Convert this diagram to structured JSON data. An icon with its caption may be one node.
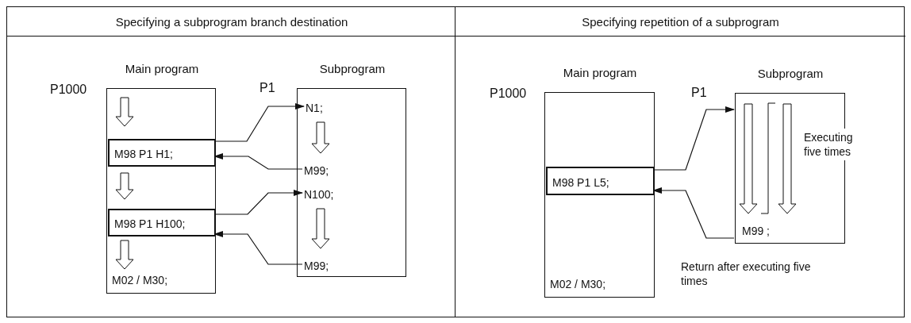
{
  "diagram": {
    "nodes": [
      {
        "text": [
          "Specifying a subprogram branch destination"
        ]
      },
      {
        "text": [
          "Main program",
          "M02 / M30;"
        ],
        "beside": [
          "P1000"
        ],
        "in": 0
      },
      {
        "text": [
          "M98  P1  H1;"
        ],
        "in": 1
      },
      {
        "text": [
          "M98  P1  H100;"
        ],
        "in": 1
      },
      {
        "text": [
          "Subprogram"
        ],
        "beside": [
          "P1"
        ],
        "in": 0
      },
      {
        "text": [
          "N1;"
        ],
        "in": 4
      },
      {
        "text": [
          "M99;"
        ],
        "in": 4
      },
      {
        "text": [
          "N100;"
        ],
        "in": 4
      },
      {
        "text": [
          "M99;"
        ],
        "in": 4
      },
      {
        "text": [
          "Specifying repetition of a subprogram"
        ]
      },
      {
        "text": [
          "Main program",
          "M02 / M30;"
        ],
        "beside": [
          "P1000"
        ],
        "in": 9
      },
      {
        "text": [
          "M98  P1  L5;"
        ],
        "in": 10
      },
      {
        "text": [
          "Subprogram",
          "Executing five times",
          "M99   ;"
        ],
        "beside": [
          "P1"
        ],
        "in": 9
      }
    ],
    "edges": [
      {
        "from": 2,
        "to": 5,
        "arrow": "to"
      },
      {
        "from": 6,
        "to": 2,
        "arrow": "to"
      },
      {
        "from": 3,
        "to": 7,
        "arrow": "to"
      },
      {
        "from": 8,
        "to": 3,
        "arrow": "to"
      },
      {
        "from": 11,
        "to": 12,
        "arrow": "to"
      },
      {
        "from": 12,
        "to": 11,
        "arrow": "to",
        "label": "Return after executing five times"
      },
      {
        "from": 2,
        "to": 3,
        "arrow": "to",
        "style": "thick"
      },
      {
        "from": 5,
        "to": 6,
        "arrow": "to",
        "style": "thick"
      },
      {
        "from": 7,
        "to": 8,
        "arrow": "to",
        "style": "thick"
      }
    ]
  }
}
